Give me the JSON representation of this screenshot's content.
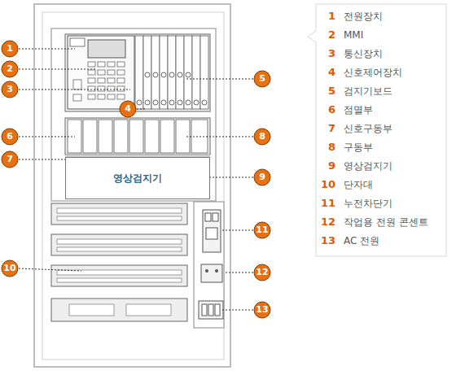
{
  "diagram": {
    "nodes": [
      {
        "text": [
          "영상검지기"
        ]
      }
    ],
    "labels": [
      "1",
      "2",
      "3",
      "4",
      "5",
      "6",
      "7",
      "8",
      "9",
      "10",
      "11",
      "12",
      "13",
      "1",
      "전원장치",
      "2",
      "MMI",
      "3",
      "통신장치",
      "4",
      "신호제어장치",
      "5",
      "검지기보드",
      "6",
      "점멸부",
      "7",
      "신호구동부",
      "8",
      "구동부",
      "9",
      "영상검지기",
      "10",
      "단자대",
      "11",
      "누전차단기",
      "12",
      "작업용 전원 콘센트",
      "13",
      "AC 전원"
    ]
  }
}
